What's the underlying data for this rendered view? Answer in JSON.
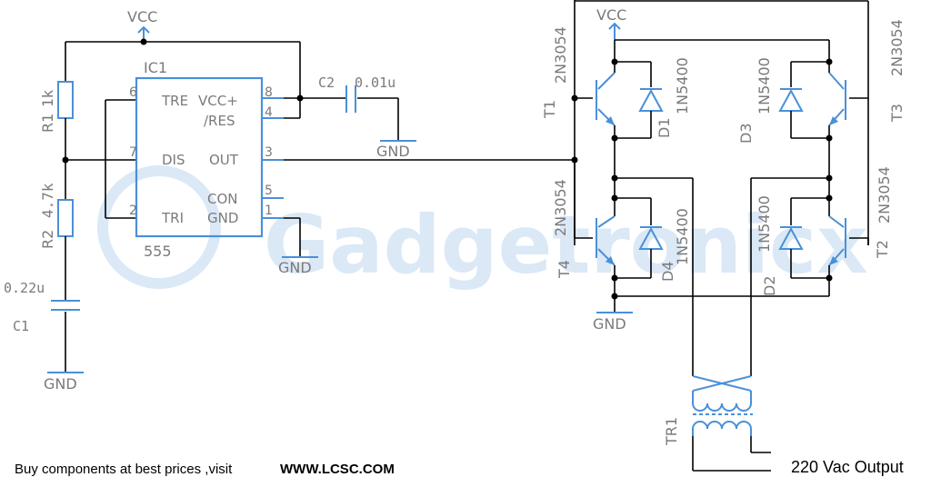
{
  "watermark": "Gadgetronicx",
  "footer": {
    "text": "Buy components at best prices ,visit",
    "site": "WWW.LCSC.COM"
  },
  "output_label": "220 Vac Output",
  "power": {
    "vcc": "VCC",
    "gnd": "GND"
  },
  "ic": {
    "ref": "IC1",
    "part": "555",
    "pins": {
      "tre": "TRE",
      "vcc": "VCC+",
      "res": "/RES",
      "dis": "DIS",
      "out": "OUT",
      "con": "CON",
      "tri": "TRI",
      "gnd": "GND"
    },
    "pin_numbers": {
      "tre": "6",
      "vcc": "8",
      "res": "4",
      "dis": "7",
      "out": "3",
      "con": "5",
      "tri": "2",
      "gnd": "1"
    }
  },
  "components": {
    "r1": {
      "ref": "R1",
      "value": "1k"
    },
    "r2": {
      "ref": "R2",
      "value": "4.7k"
    },
    "c1": {
      "ref": "C1",
      "value": "0.22u"
    },
    "c2": {
      "ref": "C2",
      "value": "0.01u"
    },
    "t1": {
      "ref": "T1",
      "value": "2N3054"
    },
    "t2": {
      "ref": "T2",
      "value": "2N3054"
    },
    "t3": {
      "ref": "T3",
      "value": "2N3054"
    },
    "t4": {
      "ref": "T4",
      "value": "2N3054"
    },
    "d1": {
      "ref": "D1",
      "value": "1N5400"
    },
    "d2": {
      "ref": "D2",
      "value": "1N5400"
    },
    "d3": {
      "ref": "D3",
      "value": "1N5400"
    },
    "d4": {
      "ref": "D4",
      "value": "1N5400"
    },
    "tr1": {
      "ref": "TR1"
    }
  },
  "colors": {
    "wire": "#000000",
    "component": "#4a90d9",
    "label": "#7a7a7a",
    "watermark": "#dbe8f6"
  }
}
